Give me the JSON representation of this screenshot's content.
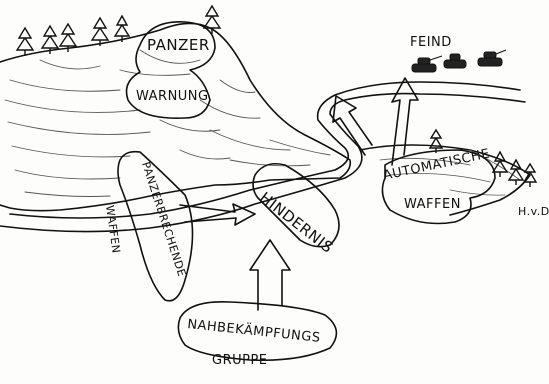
{
  "labels": {
    "feind": "FEIND",
    "panzer": "PANZER",
    "warnung": "WARNUNG",
    "panzerbrechende": "PANZERBRECHENDE",
    "waffen_left": "WAFFEN",
    "hindernis": "HINDERNIS",
    "automatische": "AUTOMATISCHE",
    "waffen_right": "WAFFEN",
    "nahbekaempfungs": "NAHBEKÄMPFUNGS",
    "gruppe": "GRUPPE",
    "signature": "H.v.D."
  },
  "colors": {
    "ink": "#111111",
    "paper": "#fdfdfb",
    "hatch": "#555555"
  },
  "icons": [
    "tree-icon",
    "tank-icon",
    "arrow-icon"
  ]
}
